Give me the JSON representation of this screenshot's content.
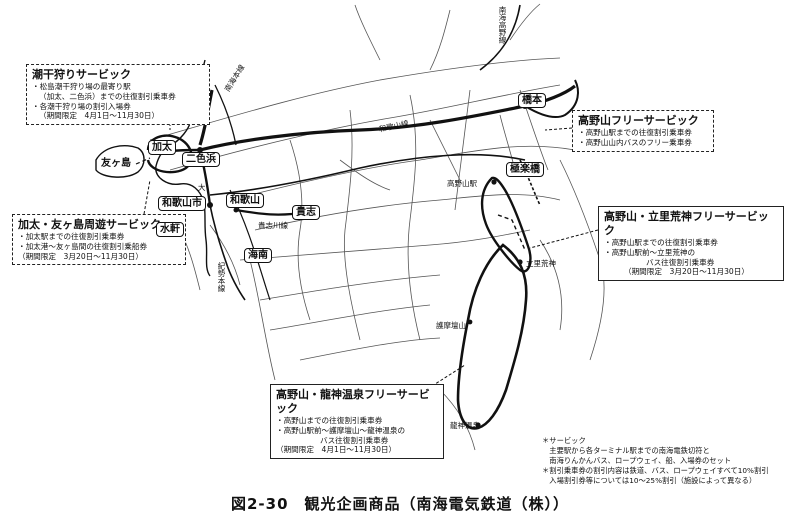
{
  "callouts": {
    "shiohigari": {
      "title": "潮干狩りサービック",
      "items": [
        "・松島潮干狩り場の最寄り駅",
        "（加太、二色浜）までの往復割引乗車券",
        "・各潮干狩り場の割引入場券"
      ],
      "period": "（期間限定　4月1日～11月30日）"
    },
    "kada": {
      "title": "加太・友ヶ島周遊サービック",
      "items": [
        "・加太駅までの往復割引乗車券",
        "・加太港～友ヶ島間の往復割引乗船券"
      ],
      "period": "（期間限定　3月20日～11月30日）"
    },
    "koyasan_free": {
      "title": "高野山フリーサービック",
      "items": [
        "・高野山駅までの往復割引乗車券",
        "・高野山山内バスのフリー乗車券"
      ]
    },
    "koya_ryujin_arata": {
      "title": "高野山・立里荒神フリーサービック",
      "items": [
        "・高野山駅までの往復割引乗車券",
        "・高野山駅前～立里荒神の",
        "バス往復割引乗車券"
      ],
      "period": "（期間限定　3月20日～11月30日）"
    },
    "koya_ryujin_onsen": {
      "title": "高野山・龍神温泉フリーサービック",
      "items": [
        "・高野山までの往復割引乗車券",
        "・高野山駅前～護摩壇山～龍神温泉の",
        "バス往復割引乗車券"
      ],
      "period": "（期間限定　4月1日～11月30日）"
    }
  },
  "stations": {
    "kada": "加太",
    "nishikinohama": "二色浜",
    "wakayamashi": "和歌山市",
    "wakayama": "和歌山",
    "kishi": "貴志",
    "mizuken": "水軒",
    "kaifu": "海南",
    "gokurakubashi": "極楽橋",
    "hashimoto": "橋本"
  },
  "places": {
    "tomogashima": "友ヶ島",
    "koyasan_station": "高野山駅",
    "tateri_kojin": "立里荒神",
    "gomadanzan": "護摩壇山",
    "ryujin_onsen": "龍神温泉"
  },
  "rail_labels": {
    "nankai_main": "南海本線",
    "nankai_koya": "南海高野線",
    "kishigawa": "貴志川線",
    "wakayama_line": "和歌山線",
    "kisei": "紀勢本線",
    "small": "大"
  },
  "notes": [
    "＊サービック",
    "　主要駅から各ターミナル駅までの南海電鉄切符と",
    "　南海りんかんバス、ロープウェイ、船、入場券のセット",
    "＊割引乗車券の割引内容は鉄道、バス、ロープウェイすべて10%割引",
    "　入場割引券等については10～25%割引（施設によって異なる）"
  ],
  "caption": "図2-30　観光企画商品（南海電気鉄道（株））"
}
